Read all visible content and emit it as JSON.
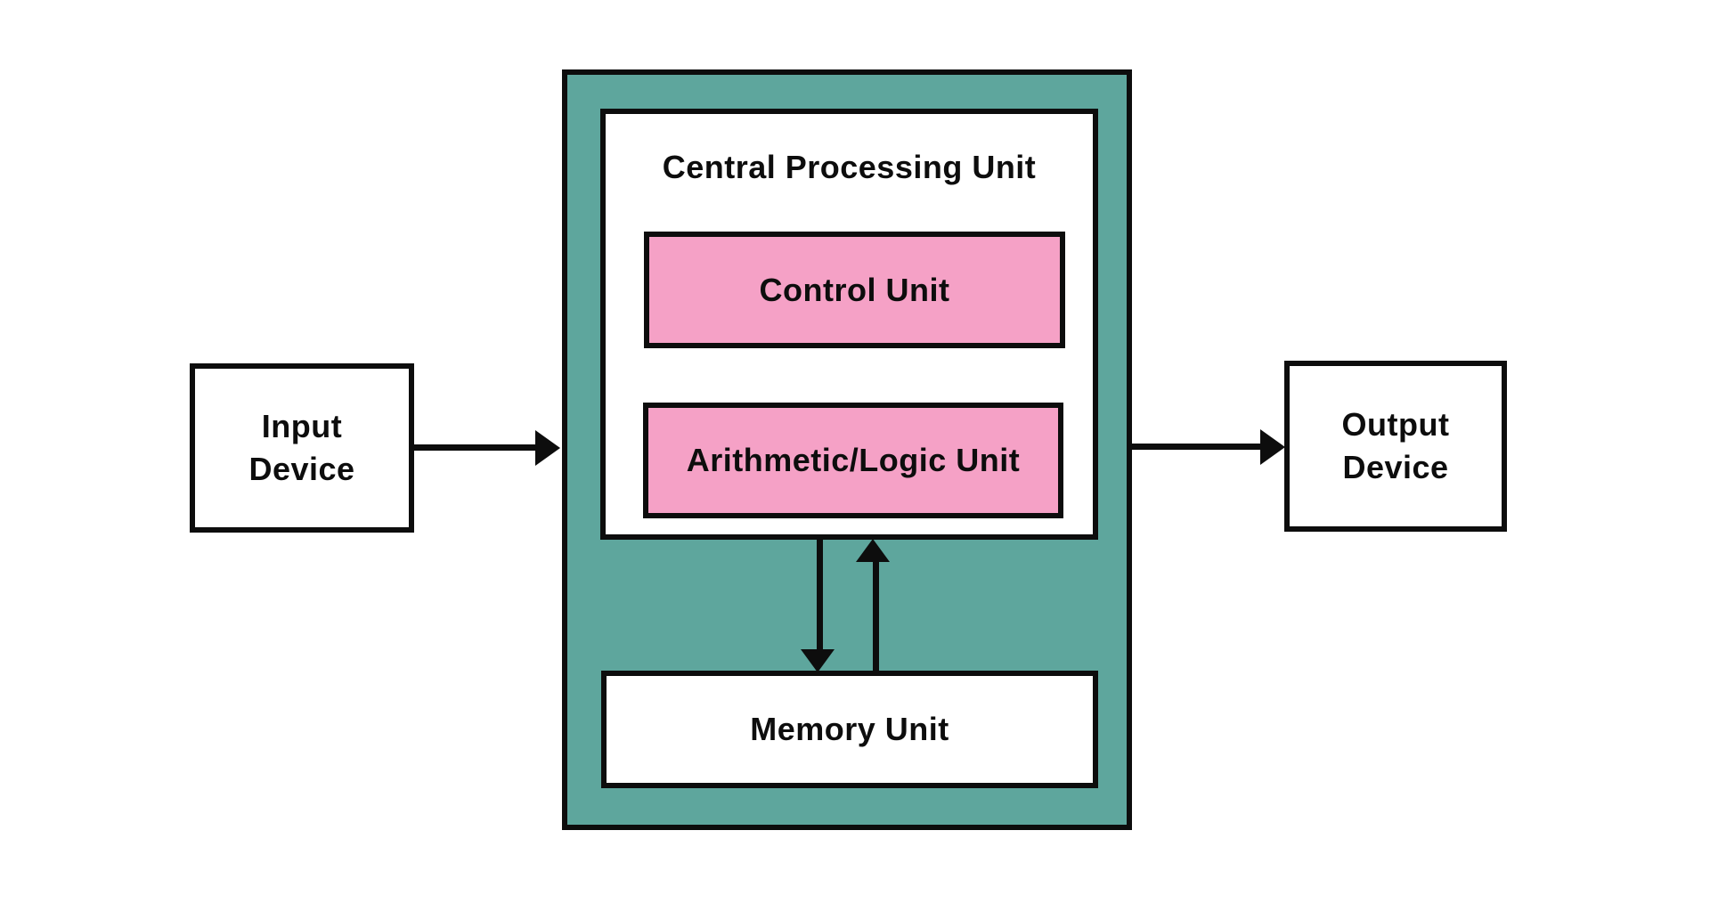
{
  "colors": {
    "page_bg": "#ffffff",
    "teal_fill": "#5ea69d",
    "pink_fill": "#f5a1c6",
    "box_fill": "#ffffff",
    "line": "#0d0d0d",
    "text": "#0d0d0d"
  },
  "diagram": {
    "cpu": {
      "title": "Central Processing Unit",
      "control_unit_label": "Control Unit",
      "alu_label": "Arithmetic/Logic Unit"
    },
    "memory": {
      "label": "Memory Unit"
    },
    "input_device": {
      "line1": "Input",
      "line2": "Device"
    },
    "output_device": {
      "line1": "Output",
      "line2": "Device"
    },
    "edges": [
      {
        "from": "input-device",
        "to": "cpu",
        "direction": "right"
      },
      {
        "from": "cpu",
        "to": "output-device",
        "direction": "right"
      },
      {
        "from": "cpu",
        "to": "memory-unit",
        "direction": "down"
      },
      {
        "from": "memory-unit",
        "to": "cpu",
        "direction": "up"
      }
    ]
  }
}
